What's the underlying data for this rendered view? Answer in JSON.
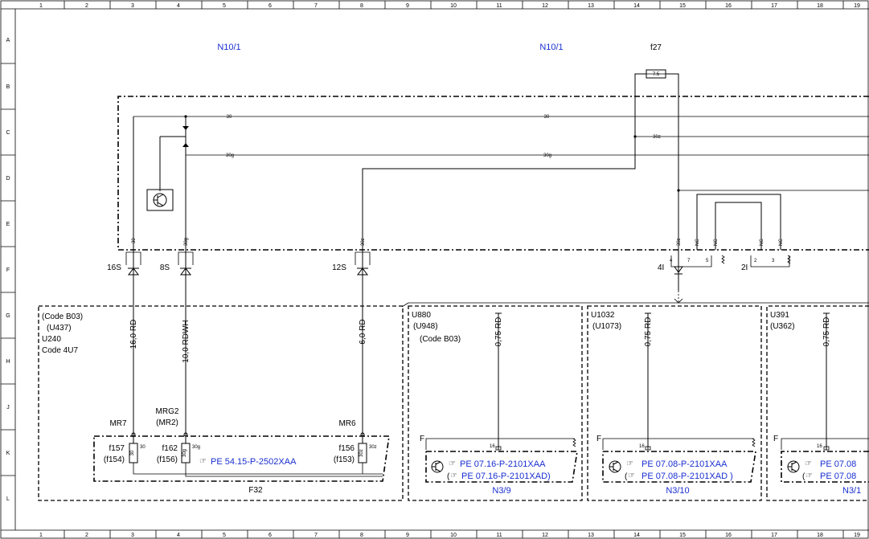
{
  "grid": {
    "columns": [
      "1",
      "2",
      "3",
      "4",
      "5",
      "6",
      "7",
      "8",
      "9",
      "10",
      "11",
      "12",
      "13",
      "14",
      "15",
      "16",
      "17",
      "18",
      "19"
    ],
    "rows": [
      "A",
      "B",
      "C",
      "D",
      "E",
      "F",
      "G",
      "H",
      "J",
      "K",
      "L"
    ]
  },
  "labels": {
    "n10_left": "N10/1",
    "n10_right": "N10/1",
    "f27": "f27",
    "fuse_7_5": "7.5",
    "bus_30_a": "30",
    "bus_30_b": "30",
    "bus_30g_a": "30g",
    "bus_30g_b": "30g",
    "bus_30z": "30z",
    "pin_30": "30",
    "pin_30g": "30g",
    "pin_30z_a": "30z",
    "pin_30z_b": "30z",
    "pin_nc_1": "NC",
    "pin_nc_2": "NC",
    "pin_nc_3": "NC",
    "pin_nc_4": "NC",
    "conn_16s": "16S",
    "conn_8s": "8S",
    "conn_12s": "12S",
    "conn_4i": "4I",
    "conn_2i": "2I",
    "pin_4": "4",
    "pin_7": "7",
    "pin_5": "5",
    "pin_2": "2",
    "pin_3": "3",
    "wire_16rd": "16,0 RD",
    "wire_10rdwh": "10,0 RDWH",
    "wire_6rd": "6,0 RD",
    "wire_075_a": "0,75 RD",
    "wire_075_b": "0,75 RD",
    "wire_075_c": "0,75 RD",
    "f32_code_b03": "(Code B03)",
    "f32_u437": "(U437)",
    "f32_u240": "U240",
    "f32_code4u7": "Code 4U7",
    "mr7": "MR7",
    "mrg2": "MRG2",
    "mr2": "(MR2)",
    "mr6": "MR6",
    "f157": "f157",
    "f154": "(f154)",
    "f162": "f162",
    "f156a": "(f156)",
    "f156": "f156",
    "f153": "(f153)",
    "fuse_30": "30",
    "fuse_30g": "30g",
    "fuse_30z": "30z",
    "fuse_body_a": "30",
    "fuse_body_b": "30g",
    "fuse_body_c": "30z",
    "pe_5415": "PE 54.15-P-2502XAA",
    "f32": "F32",
    "u880": "U880",
    "u948": "(U948)",
    "code_b03": "(Code B03)",
    "u1032": "U1032",
    "u1073": "(U1073)",
    "u391": "U391",
    "u362": "(U362)",
    "letter_f_a": "F",
    "letter_f_b": "F",
    "letter_f_c": "F",
    "pin_16_a": "16",
    "pin_16_b": "16",
    "pin_16_c": "16",
    "pe_0716_xaa": "PE 07.16-P-2101XAA",
    "pe_0716_xad": "PE 07.16-P-2101XAD)",
    "pe_0708_xaa": "PE 07.08-P-2101XAA",
    "pe_0708_xad": "PE 07.08-P-2101XAD )",
    "pe_0708c_xaa": "PE 07.08",
    "pe_0708c_xad": "PE 07.08",
    "n39": "N3/9",
    "n310": "N3/10",
    "n31x": "N3/1",
    "paren_open_a": "(",
    "paren_open_b": "(",
    "paren_open_c": "("
  },
  "colors": {
    "line": "#000000",
    "ref_text": "#1a2fd0",
    "background": "#ffffff"
  },
  "icons": {
    "transistor": "transistor-icon",
    "hand": "pointing-hand-icon"
  }
}
